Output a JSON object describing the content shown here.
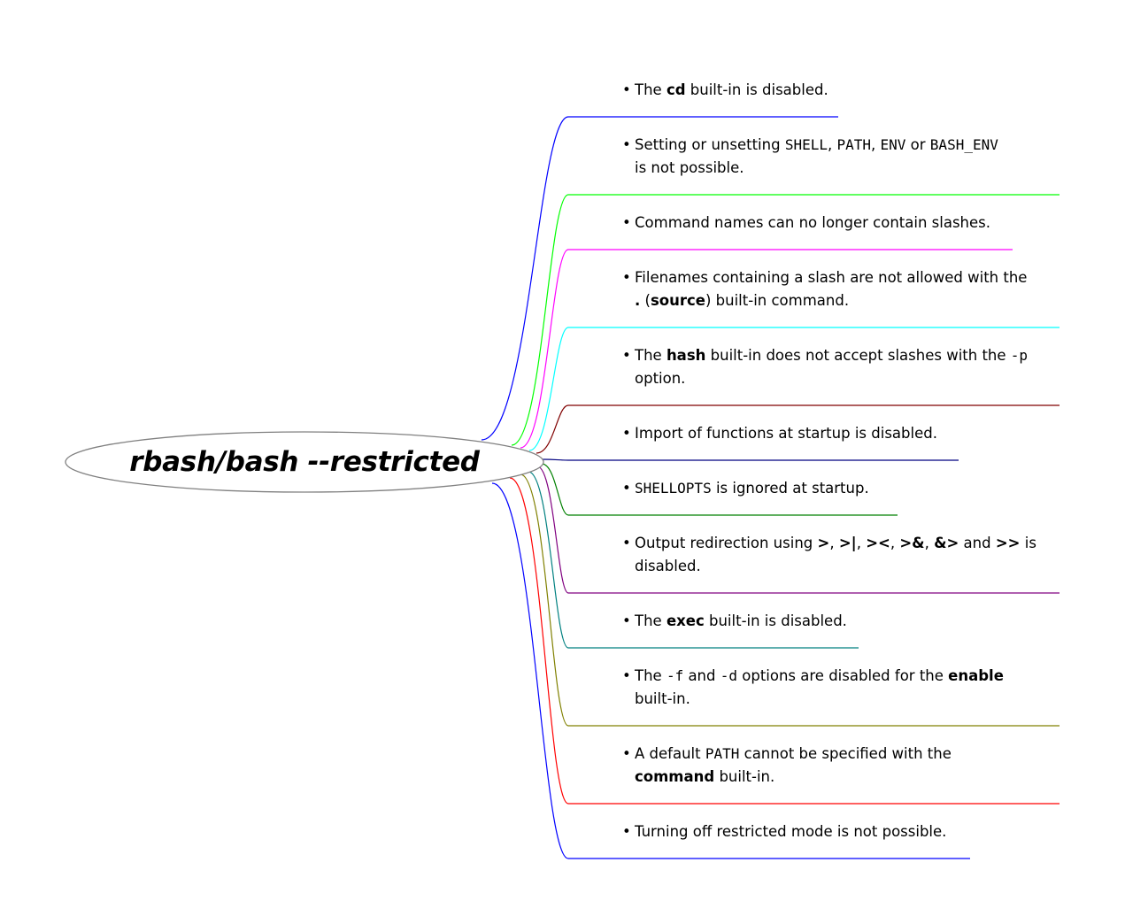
{
  "root": {
    "title": "rbash/bash --restricted"
  },
  "branches": [
    {
      "color": "#0000ff",
      "lines": [
        [
          {
            "t": "The "
          },
          {
            "t": "cd",
            "s": "b"
          },
          {
            "t": " built-in is disabled."
          }
        ]
      ]
    },
    {
      "color": "#00ff00",
      "lines": [
        [
          {
            "t": "Setting or unsetting "
          },
          {
            "t": "SHELL",
            "s": "m"
          },
          {
            "t": ", "
          },
          {
            "t": "PATH",
            "s": "m"
          },
          {
            "t": ", "
          },
          {
            "t": "ENV",
            "s": "m"
          },
          {
            "t": " or "
          },
          {
            "t": "BASH_ENV",
            "s": "m"
          }
        ],
        [
          {
            "t": "is not possible."
          }
        ]
      ]
    },
    {
      "color": "#ff00ff",
      "lines": [
        [
          {
            "t": "Command names can no longer contain slashes."
          }
        ]
      ]
    },
    {
      "color": "#00ffff",
      "lines": [
        [
          {
            "t": "Filenames containing a slash are not allowed with the"
          }
        ],
        [
          {
            "t": ".",
            "s": "b"
          },
          {
            "t": " ("
          },
          {
            "t": "source",
            "s": "b"
          },
          {
            "t": ") built-in command."
          }
        ]
      ]
    },
    {
      "color": "#800000",
      "lines": [
        [
          {
            "t": "The "
          },
          {
            "t": "hash",
            "s": "b"
          },
          {
            "t": " built-in does not accept slashes with the "
          },
          {
            "t": "-p",
            "s": "m"
          }
        ],
        [
          {
            "t": "option."
          }
        ]
      ]
    },
    {
      "color": "#000080",
      "lines": [
        [
          {
            "t": "Import of functions at startup is disabled."
          }
        ]
      ]
    },
    {
      "color": "#008000",
      "lines": [
        [
          {
            "t": "SHELLOPTS",
            "s": "m"
          },
          {
            "t": " is ignored at startup."
          }
        ]
      ]
    },
    {
      "color": "#800080",
      "lines": [
        [
          {
            "t": "Output redirection using "
          },
          {
            "t": ">",
            "s": "b"
          },
          {
            "t": ", "
          },
          {
            "t": ">|",
            "s": "b"
          },
          {
            "t": ", "
          },
          {
            "t": "><",
            "s": "b"
          },
          {
            "t": ", "
          },
          {
            "t": ">&",
            "s": "b"
          },
          {
            "t": ", "
          },
          {
            "t": "&>",
            "s": "b"
          },
          {
            "t": " and "
          },
          {
            "t": ">>",
            "s": "b"
          },
          {
            "t": " is"
          }
        ],
        [
          {
            "t": "disabled."
          }
        ]
      ]
    },
    {
      "color": "#008080",
      "lines": [
        [
          {
            "t": "The "
          },
          {
            "t": "exec",
            "s": "b"
          },
          {
            "t": " built-in is disabled."
          }
        ]
      ]
    },
    {
      "color": "#808000",
      "lines": [
        [
          {
            "t": "The "
          },
          {
            "t": "-f",
            "s": "m"
          },
          {
            "t": " and "
          },
          {
            "t": "-d",
            "s": "m"
          },
          {
            "t": " options are disabled for the "
          },
          {
            "t": "enable",
            "s": "b"
          }
        ],
        [
          {
            "t": "built-in."
          }
        ]
      ]
    },
    {
      "color": "#ff0000",
      "lines": [
        [
          {
            "t": "A default "
          },
          {
            "t": "PATH",
            "s": "m"
          },
          {
            "t": " cannot be specified with the"
          }
        ],
        [
          {
            "t": "command",
            "s": "b"
          },
          {
            "t": " built-in."
          }
        ]
      ]
    },
    {
      "color": "#0000ff",
      "lines": [
        [
          {
            "t": "Turning off restricted mode is not possible."
          }
        ]
      ]
    }
  ]
}
